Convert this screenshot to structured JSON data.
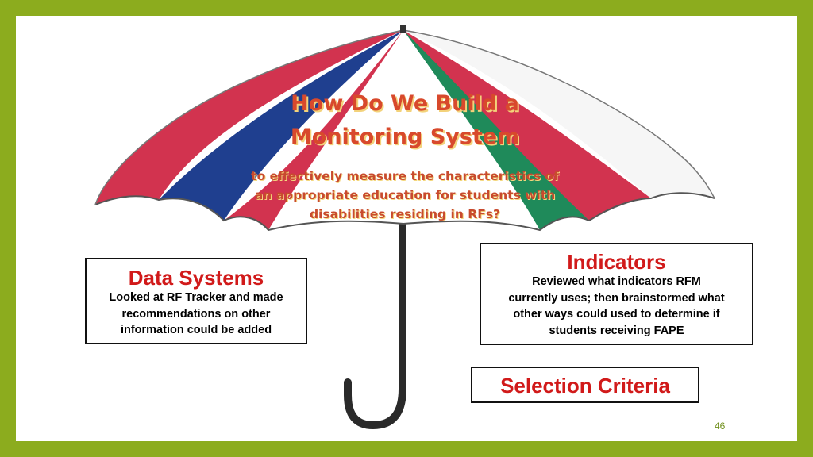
{
  "slide": {
    "title_line1": "How Do We Build a",
    "title_line2": "Monitoring System",
    "subtitle_line1": "to effectively measure the characteristics of",
    "subtitle_line2": "an appropriate education for students with",
    "subtitle_line3": "disabilities residing in RFs?",
    "page_number": "46"
  },
  "data_systems": {
    "heading": "Data Systems",
    "line1": "Looked at RF Tracker and made",
    "line2": "recommendations on other",
    "line3": "information could be added"
  },
  "indicators": {
    "heading": "Indicators",
    "line1": "Reviewed what indicators RFM",
    "line2": "currently uses; then brainstormed what",
    "line3": "other ways could used to determine if",
    "line4": "students receiving FAPE"
  },
  "selection_criteria": {
    "heading": "Selection Criteria"
  },
  "colors": {
    "frame": "#8cac1e",
    "red_panel": "#d2334f",
    "blue_panel": "#1f3f8f",
    "green_panel": "#1f8a5a",
    "heading_red": "#d11a1a",
    "title_orange": "#d8492c"
  }
}
